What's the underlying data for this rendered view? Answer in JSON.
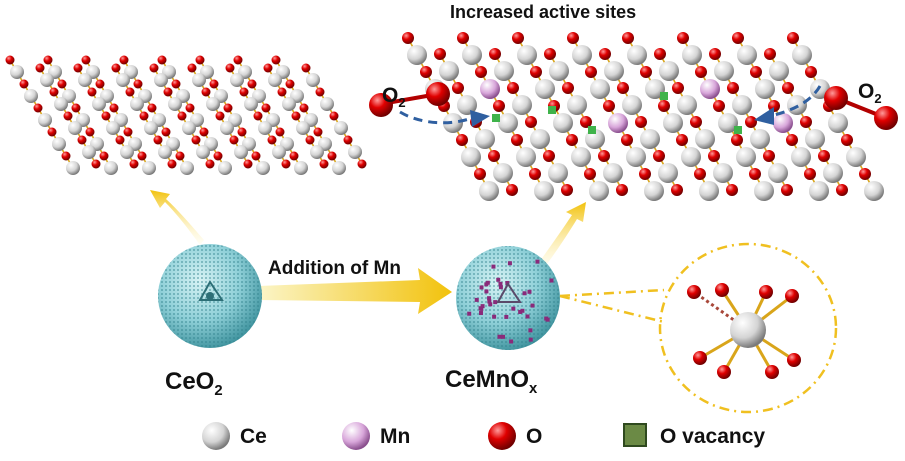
{
  "title": "Increased active sites",
  "arrow_label": "Addition of Mn",
  "material_left": "CeO",
  "material_left_sub": "2",
  "material_right_main": "CeMnO",
  "material_right_sub": "x",
  "o2_left": "O",
  "o2_left_sub": "2",
  "o2_right": "O",
  "o2_right_sub": "2",
  "legend": [
    {
      "label": "Ce",
      "icon": "ce-atom-icon",
      "color": "#d8d8d8"
    },
    {
      "label": "Mn",
      "icon": "mn-atom-icon",
      "color": "#d6a8d8"
    },
    {
      "label": "O",
      "icon": "o-atom-icon",
      "color": "#d40000"
    },
    {
      "label": "O vacancy",
      "icon": "o-vacancy-icon",
      "color": "#5a7a3a"
    }
  ],
  "colors": {
    "ce": "#e6e6e6",
    "mn": "#d9a9dc",
    "o": "#d10000",
    "bond": "#d9a51a",
    "arrow": "#f2c40f",
    "dash_arrow": "#2f5fa0",
    "sphere": "#8fd0d8"
  }
}
